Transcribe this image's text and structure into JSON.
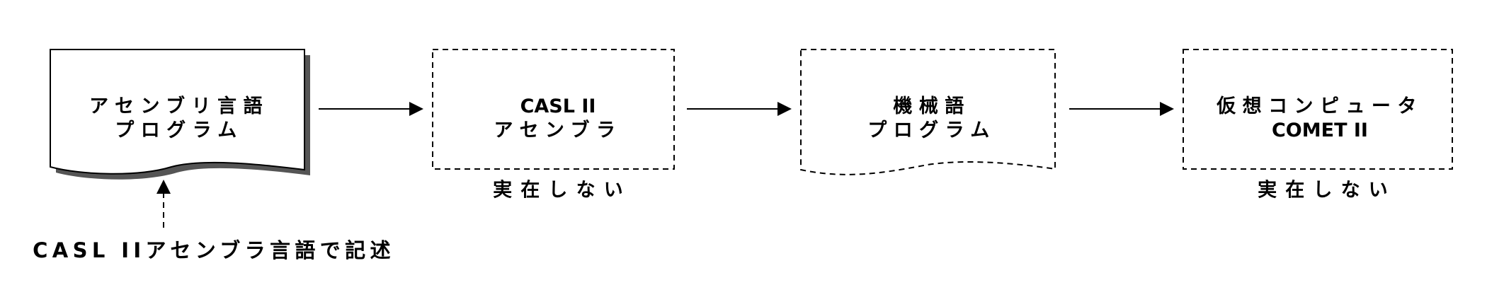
{
  "nodes": {
    "source_program": {
      "line1": "アセンブリ言語",
      "line2": "プログラム"
    },
    "assembler": {
      "line1": "CASL II",
      "line2": "アセンブラ",
      "caption": "実在しない"
    },
    "machine_program": {
      "line1": "機械語",
      "line2": "プログラム"
    },
    "computer": {
      "line1": "仮想コンピュータ",
      "line2": "COMET II",
      "caption": "実在しない"
    }
  },
  "source_note": "CASL IIアセンブラ言語で記述",
  "colors": {
    "stroke": "#000000",
    "background": "#ffffff",
    "shadow": "#555555"
  }
}
